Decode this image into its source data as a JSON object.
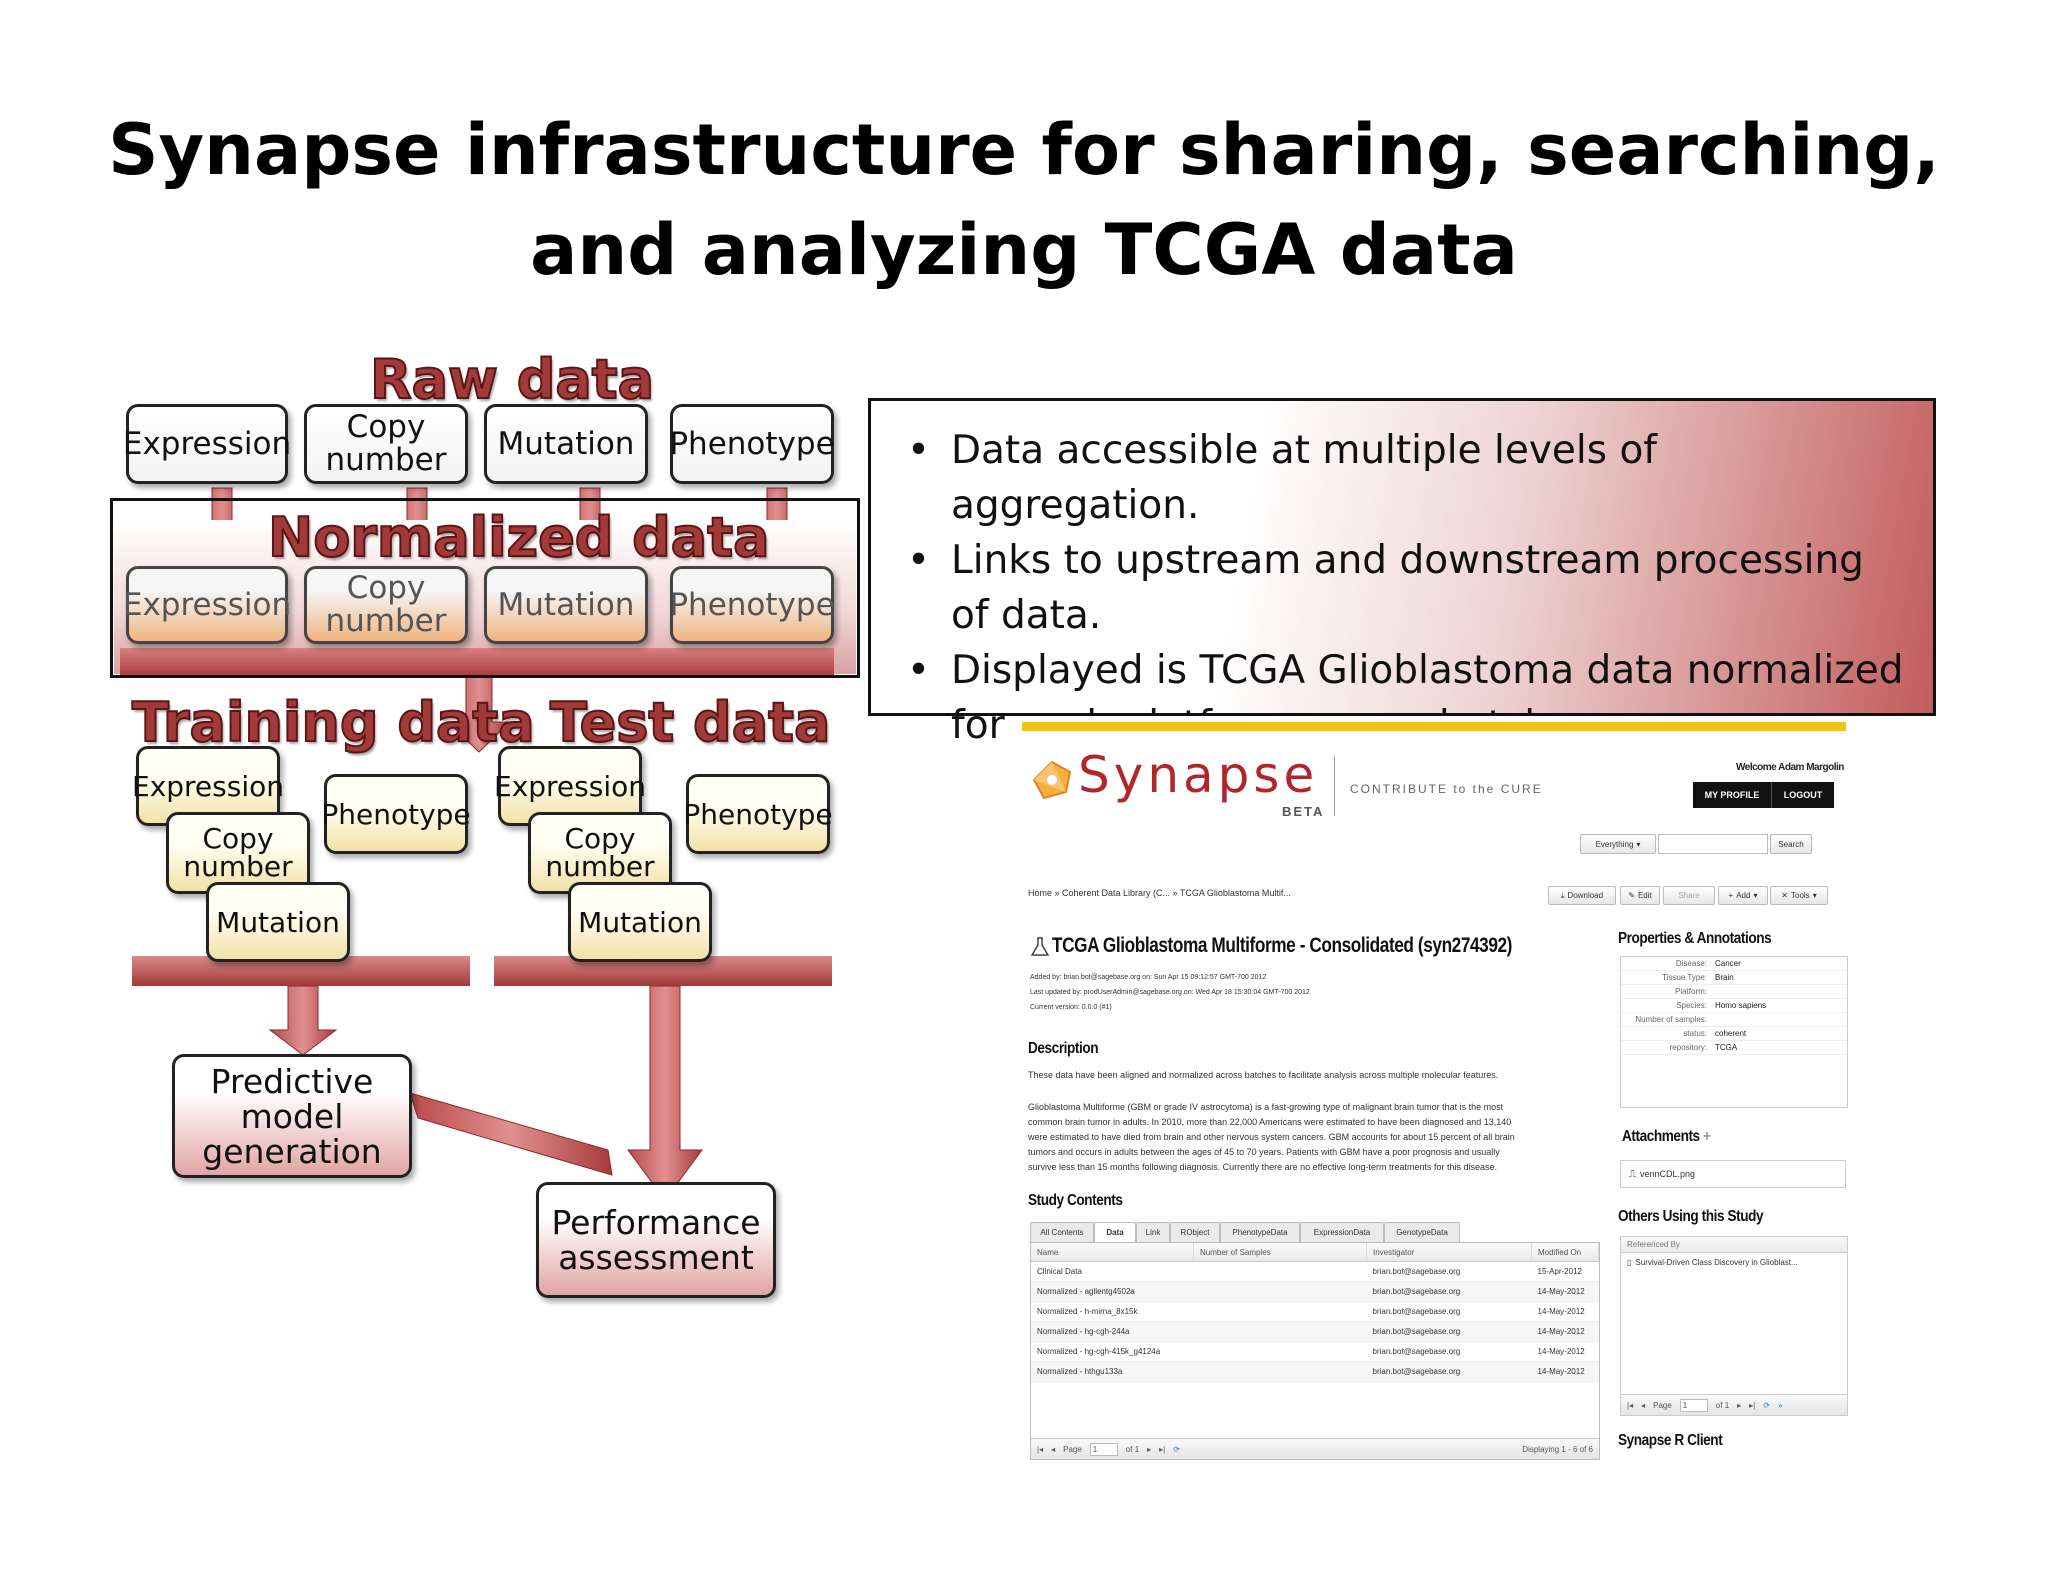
{
  "slide": {
    "title_line1": "Synapse infrastructure for sharing, searching,",
    "title_line2": "and analyzing TCGA data"
  },
  "diagram": {
    "raw_label": "Raw data",
    "normalized_label": "Normalized data",
    "training_label": "Training data",
    "test_label": "Test data",
    "expression": "Expression",
    "copy_line1": "Copy",
    "copy_line2": "number",
    "mutation": "Mutation",
    "phenotype": "Phenotype",
    "predictive_line1": "Predictive model",
    "predictive_line2": "generation",
    "performance_line1": "Performance",
    "performance_line2": "assessment"
  },
  "bullets": [
    "Data accessible at multiple levels of aggregation.",
    "Links to upstream and downstream processing of data.",
    "Displayed is TCGA Glioblastoma data normalized for each platform across batches."
  ],
  "bullet_marker": "•",
  "synapse": {
    "logo_text": "Synapse",
    "beta": "BETA",
    "tagline": "CONTRIBUTE to the CURE",
    "welcome": "Welcome Adam Margolin",
    "my_profile": "MY PROFILE",
    "logout": "LOGOUT",
    "search_scope": "Everything",
    "search_button": "Search",
    "breadcrumb": "Home » Coherent Data Library (C... » TCGA Glioblastoma Multif...",
    "toolbar": [
      "Download",
      "Edit",
      "Share",
      "Add",
      "Tools"
    ],
    "entity_title": "TCGA Glioblastoma Multiforme - Consolidated (syn274392)",
    "added_by": "Added by: brian.bot@sagebase.org on: Sun Apr 15 09:12:57 GMT-700 2012",
    "updated_by": "Last updated by: prodUserAdmin@sagebase.org on: Wed Apr 18 15:30:04 GMT-700 2012",
    "version": "Current version: 0.0.0 (#1)",
    "description_heading": "Description",
    "description_p1": "These data have been aligned and normalized across batches to facilitate analysis across multiple molecular features.",
    "description_p2": [
      "Glioblastoma Multiforme (GBM or grade IV astrocytoma) is a fast-growing type of malignant brain tumor that is the most",
      "common brain tumor in adults. In 2010, more than 22,000 Americans were estimated to have been diagnosed and 13,140",
      "were estimated to have died from brain and other nervous system cancers. GBM accounts for about 15 percent of all brain",
      "tumors and occurs in adults between the ages of 45 to 70 years. Patients with GBM have a poor prognosis and usually",
      "survive less than 15 months following diagnosis. Currently there are no effective long-term treatments for this disease."
    ],
    "study_contents_heading": "Study Contents",
    "tabs": [
      "All Contents",
      "Data",
      "Link",
      "RObject",
      "PhenotypeData",
      "ExpressionData",
      "GenotypeData"
    ],
    "active_tab": "Data",
    "columns": [
      "Name",
      "Number of Samples",
      "Investigator",
      "Modified On"
    ],
    "rows": [
      [
        "Clinical Data",
        "",
        "brian.bot@sagebase.org",
        "15-Apr-2012"
      ],
      [
        "Normalized - agilentg4502a",
        "",
        "brian.bot@sagebase.org",
        "14-May-2012"
      ],
      [
        "Normalized - h-mirna_8x15k",
        "",
        "brian.bot@sagebase.org",
        "14-May-2012"
      ],
      [
        "Normalized - hg-cgh-244a",
        "",
        "brian.bot@sagebase.org",
        "14-May-2012"
      ],
      [
        "Normalized - hg-cgh-415k_g4124a",
        "",
        "brian.bot@sagebase.org",
        "14-May-2012"
      ],
      [
        "Normalized - hthgu133a",
        "",
        "brian.bot@sagebase.org",
        "14-May-2012"
      ]
    ],
    "pager_page": "Page",
    "pager_value": "1",
    "pager_of": "of 1",
    "pager_display": "Displaying 1 - 6 of 6",
    "properties_heading": "Properties & Annotations",
    "properties": [
      [
        "Disease:",
        "Cancer"
      ],
      [
        "Tissue Type:",
        "Brain"
      ],
      [
        "Platform:",
        ""
      ],
      [
        "Species:",
        "Homo sapiens"
      ],
      [
        "Number of samples:",
        ""
      ],
      [
        "status:",
        "coherent"
      ],
      [
        "repository:",
        "TCGA"
      ]
    ],
    "attachments_heading": "Attachments",
    "attachments_plus": "+",
    "attachment_file": "vennCDL.png",
    "others_heading": "Others Using this Study",
    "referenced_by": "Referenced By",
    "reference_item": "Survival-Driven Class Discovery in Glioblast...",
    "client_heading": "Synapse R Client",
    "colors": {
      "accent": "#f1c40f",
      "logo_red": "#b0262a",
      "logo_orange": "#f39c12"
    }
  }
}
